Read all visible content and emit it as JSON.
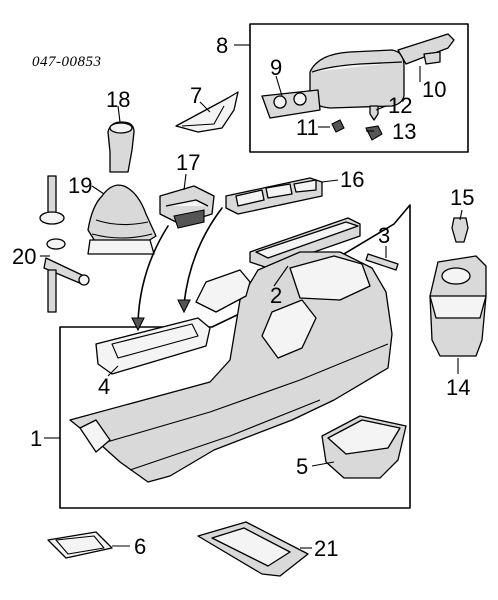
{
  "diagram": {
    "part_code": "047-00853",
    "callouts": [
      "1",
      "2",
      "3",
      "4",
      "5",
      "6",
      "7",
      "8",
      "9",
      "10",
      "11",
      "12",
      "13",
      "14",
      "15",
      "16",
      "17",
      "18",
      "19",
      "20",
      "21"
    ]
  }
}
